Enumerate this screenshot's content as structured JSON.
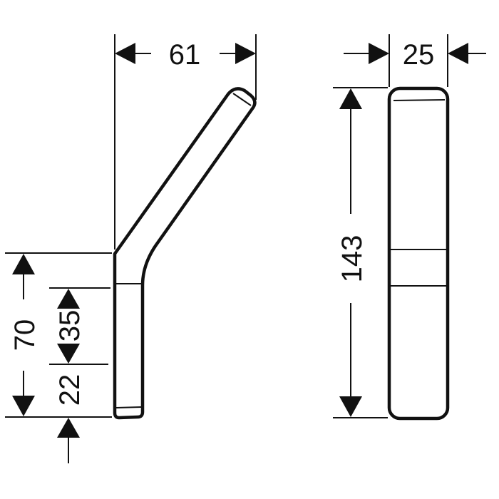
{
  "side_view": {
    "width_label": "61",
    "height_label": "70",
    "upper_segment_label": "35",
    "lower_segment_label": "22"
  },
  "front_view": {
    "width_label": "25",
    "height_label": "143"
  }
}
